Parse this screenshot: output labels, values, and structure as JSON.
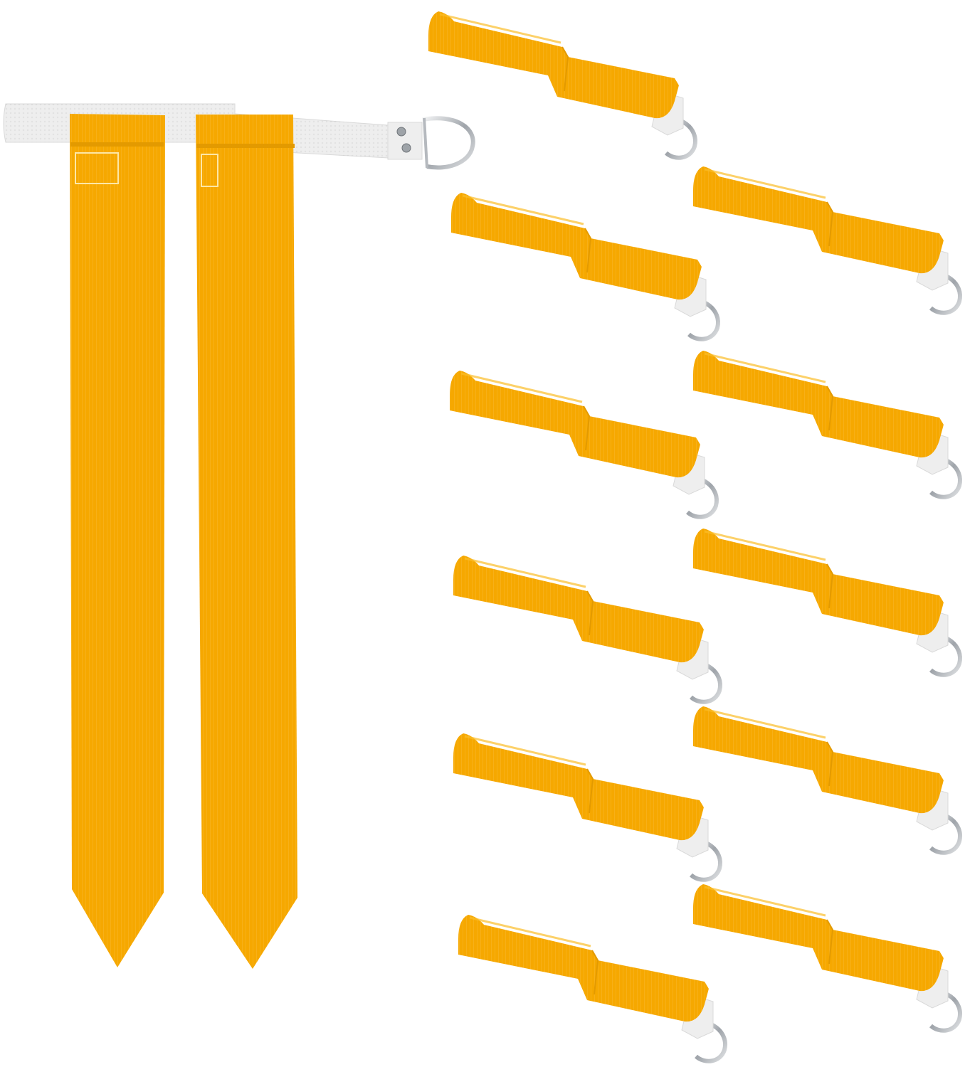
{
  "image": {
    "description": "Product photo: flag football belt with two pointed yellow-orange flags on a white webbing belt with a metal D-ring, plus 11 folded flags each with a D-ring",
    "subject": "flag football belt set",
    "background_color": "#ffffff"
  },
  "colors": {
    "flag": "#f6a800",
    "flag_shade": "#e39a00",
    "flag_highlight": "#fbbd2a",
    "belt": "#eeeeee",
    "belt_edge": "#d9d9d9",
    "ring": "#a9adb2",
    "ring_light": "#e6e8ea",
    "stitch": "#fde7a6"
  },
  "objects": {
    "belt": {
      "name": "belt-with-two-flags",
      "flag_count": 2,
      "rivets": 2
    },
    "folded_flags": {
      "count": 11,
      "left_column": 6,
      "right_column": 5
    }
  }
}
